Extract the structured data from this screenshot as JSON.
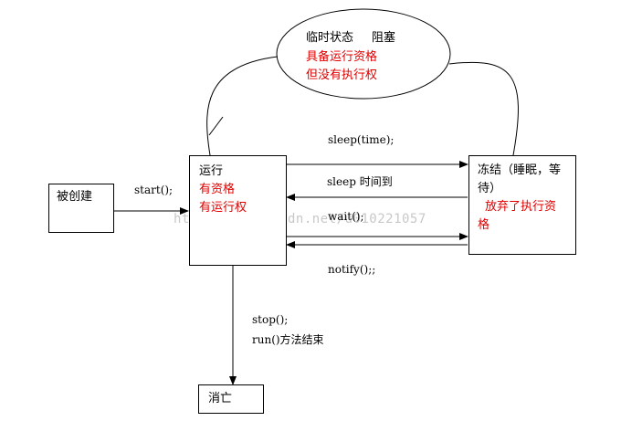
{
  "states": {
    "created": "被创建",
    "running": {
      "title": "运行",
      "line1": "有资格",
      "line2": "有运行权"
    },
    "frozen": {
      "title_line1": "冻结（睡眠，等",
      "title_line2": "待）",
      "red_line1": "放弃了执行资",
      "red_line2": "格"
    },
    "blocked": {
      "title": "临时状态",
      "title2": "阻塞",
      "red_line1": "具备运行资格",
      "red_line2": "但没有执行权"
    },
    "dead": "消亡"
  },
  "transitions": {
    "start": "start();",
    "sleep_time": "sleep(time);",
    "sleep_timeout": "sleep 时间到",
    "wait": "wait();",
    "notify": "notify();;",
    "stop": "stop();",
    "run_end": "run()方法结束"
  },
  "watermark": "http://blog.csdn.net/u010221057",
  "colors": {
    "red": "#e00000",
    "line": "#000000"
  }
}
